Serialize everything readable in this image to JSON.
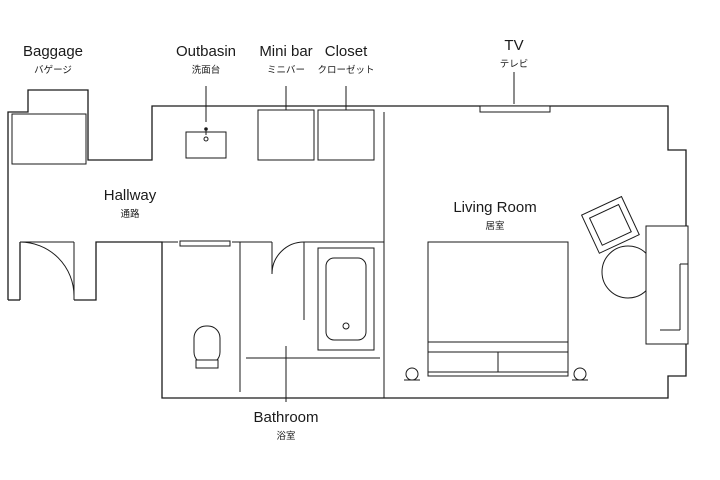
{
  "labels": {
    "baggage": {
      "en": "Baggage",
      "ja": "バゲージ"
    },
    "outbasin": {
      "en": "Outbasin",
      "ja": "洗面台"
    },
    "minibar": {
      "en": "Mini bar",
      "ja": "ミニバー"
    },
    "closet": {
      "en": "Closet",
      "ja": "クローゼット"
    },
    "tv": {
      "en": "TV",
      "ja": "テレビ"
    },
    "hallway": {
      "en": "Hallway",
      "ja": "通路"
    },
    "living_room": {
      "en": "Living Room",
      "ja": "居室"
    },
    "bathroom": {
      "en": "Bathroom",
      "ja": "浴室"
    }
  },
  "colors": {
    "line": "#1a1a1a",
    "background": "#ffffff"
  }
}
